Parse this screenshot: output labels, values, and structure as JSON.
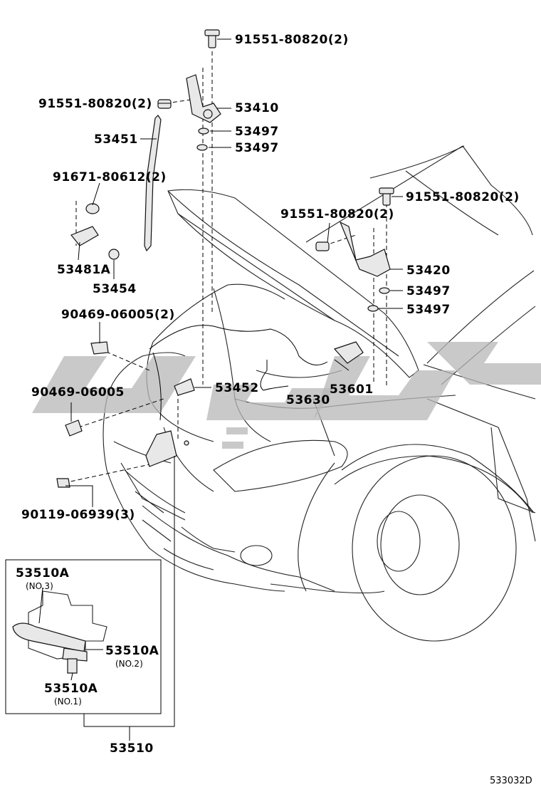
{
  "labels": {
    "p91551_top": "91551-80820(2)",
    "p91551_left": "91551-80820(2)",
    "p53410": "53410",
    "p53497_a": "53497",
    "p53497_b": "53497",
    "p53451": "53451",
    "p91671": "91671-80612(2)",
    "p53481A": "53481A",
    "p53454": "53454",
    "p91551_right": "91551-80820(2)",
    "p91551_mid": "91551-80820(2)",
    "p53420": "53420",
    "p53497_c": "53497",
    "p53497_d": "53497",
    "p90469_2": "90469-06005(2)",
    "p90469_1": "90469-06005",
    "p53452": "53452",
    "p53630": "53630",
    "p53601": "53601",
    "p90119": "90119-06939(3)",
    "p53510A_3": "53510A",
    "no3": "(NO.3)",
    "p53510A_2": "53510A",
    "no2": "(NO.2)",
    "p53510A_1": "53510A",
    "no1": "(NO.1)",
    "p53510": "53510"
  },
  "diagram_id": "533032D",
  "colors": {
    "watermark": "#b7b7b7",
    "line": "#000000",
    "part_fill": "#e8e8e8"
  }
}
